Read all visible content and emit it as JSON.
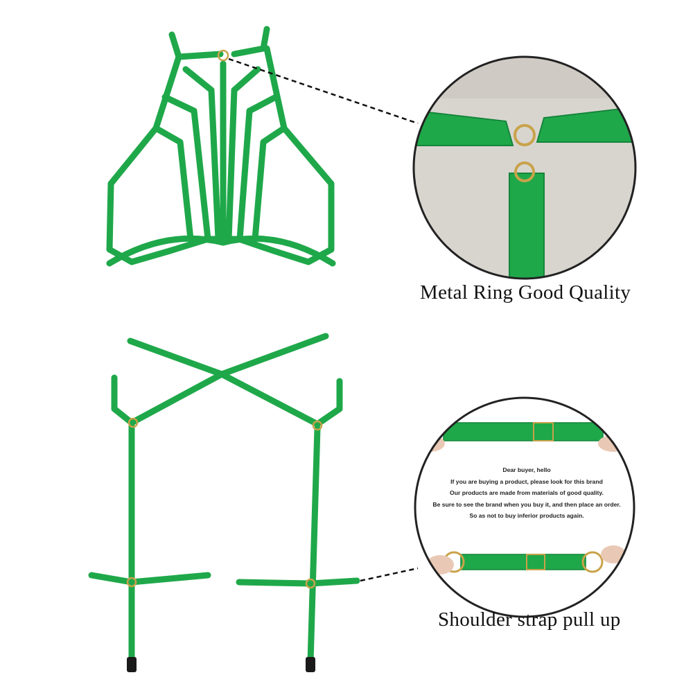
{
  "colors": {
    "strap": "#1fa84a",
    "strap_dark": "#14853a",
    "ring": "#c9a24a",
    "clip": "#1a1a1a",
    "fabric": "#d8d5cf",
    "circle_border": "#222222"
  },
  "captions": {
    "top": "Metal Ring Good Quality",
    "bottom": "Shoulder strap pull up"
  },
  "notice": {
    "lines": [
      "Dear buyer, hello",
      "If you are buying a product, please look for this brand",
      "Our products are made from materials of good quality.",
      "Be sure to see the brand when you buy it, and then place an order.",
      "So as not to buy inferior products again."
    ]
  }
}
